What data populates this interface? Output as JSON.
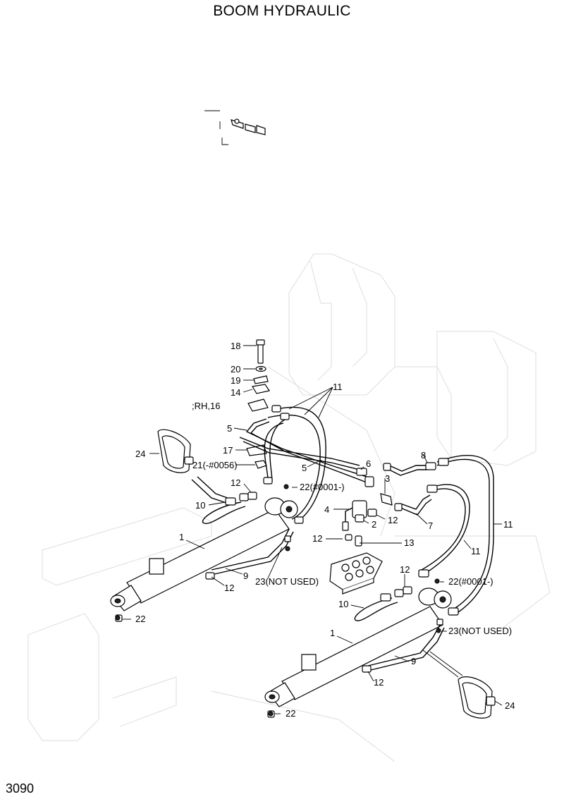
{
  "page": {
    "title": "BOOM HYDRAULIC",
    "number": "3090"
  },
  "callouts": [
    {
      "id": "c18",
      "text": "18"
    },
    {
      "id": "c20",
      "text": "20"
    },
    {
      "id": "c19",
      "text": "19"
    },
    {
      "id": "c14",
      "text": "14"
    },
    {
      "id": "c16",
      "text": ";RH,16"
    },
    {
      "id": "c11a",
      "text": "11"
    },
    {
      "id": "c5a",
      "text": "5"
    },
    {
      "id": "c24a",
      "text": "24"
    },
    {
      "id": "c17",
      "text": "17"
    },
    {
      "id": "c21",
      "text": "21(-#0056)"
    },
    {
      "id": "c5b",
      "text": "5"
    },
    {
      "id": "c8",
      "text": "8"
    },
    {
      "id": "c6",
      "text": "6"
    },
    {
      "id": "c3",
      "text": "3"
    },
    {
      "id": "c12a",
      "text": "12"
    },
    {
      "id": "c22a",
      "text": "22(#0001-)"
    },
    {
      "id": "c10a",
      "text": "10"
    },
    {
      "id": "c4",
      "text": "4"
    },
    {
      "id": "c2",
      "text": "2"
    },
    {
      "id": "c12b",
      "text": "12"
    },
    {
      "id": "c7",
      "text": "7"
    },
    {
      "id": "c11b",
      "text": "11"
    },
    {
      "id": "c1a",
      "text": "1"
    },
    {
      "id": "c12c",
      "text": "12"
    },
    {
      "id": "c13",
      "text": "13"
    },
    {
      "id": "c11c",
      "text": "11"
    },
    {
      "id": "c9a",
      "text": "9"
    },
    {
      "id": "c12d",
      "text": "12"
    },
    {
      "id": "c23a",
      "text": "23(NOT USED)"
    },
    {
      "id": "c12e",
      "text": "12"
    },
    {
      "id": "c22b",
      "text": "22(#0001-)"
    },
    {
      "id": "c22c",
      "text": "22"
    },
    {
      "id": "c10b",
      "text": "10"
    },
    {
      "id": "c23b",
      "text": "23(NOT USED)"
    },
    {
      "id": "c1b",
      "text": "1"
    },
    {
      "id": "c9b",
      "text": "9"
    },
    {
      "id": "c12f",
      "text": "12"
    },
    {
      "id": "c24b",
      "text": "24"
    },
    {
      "id": "c22d",
      "text": "22"
    }
  ]
}
